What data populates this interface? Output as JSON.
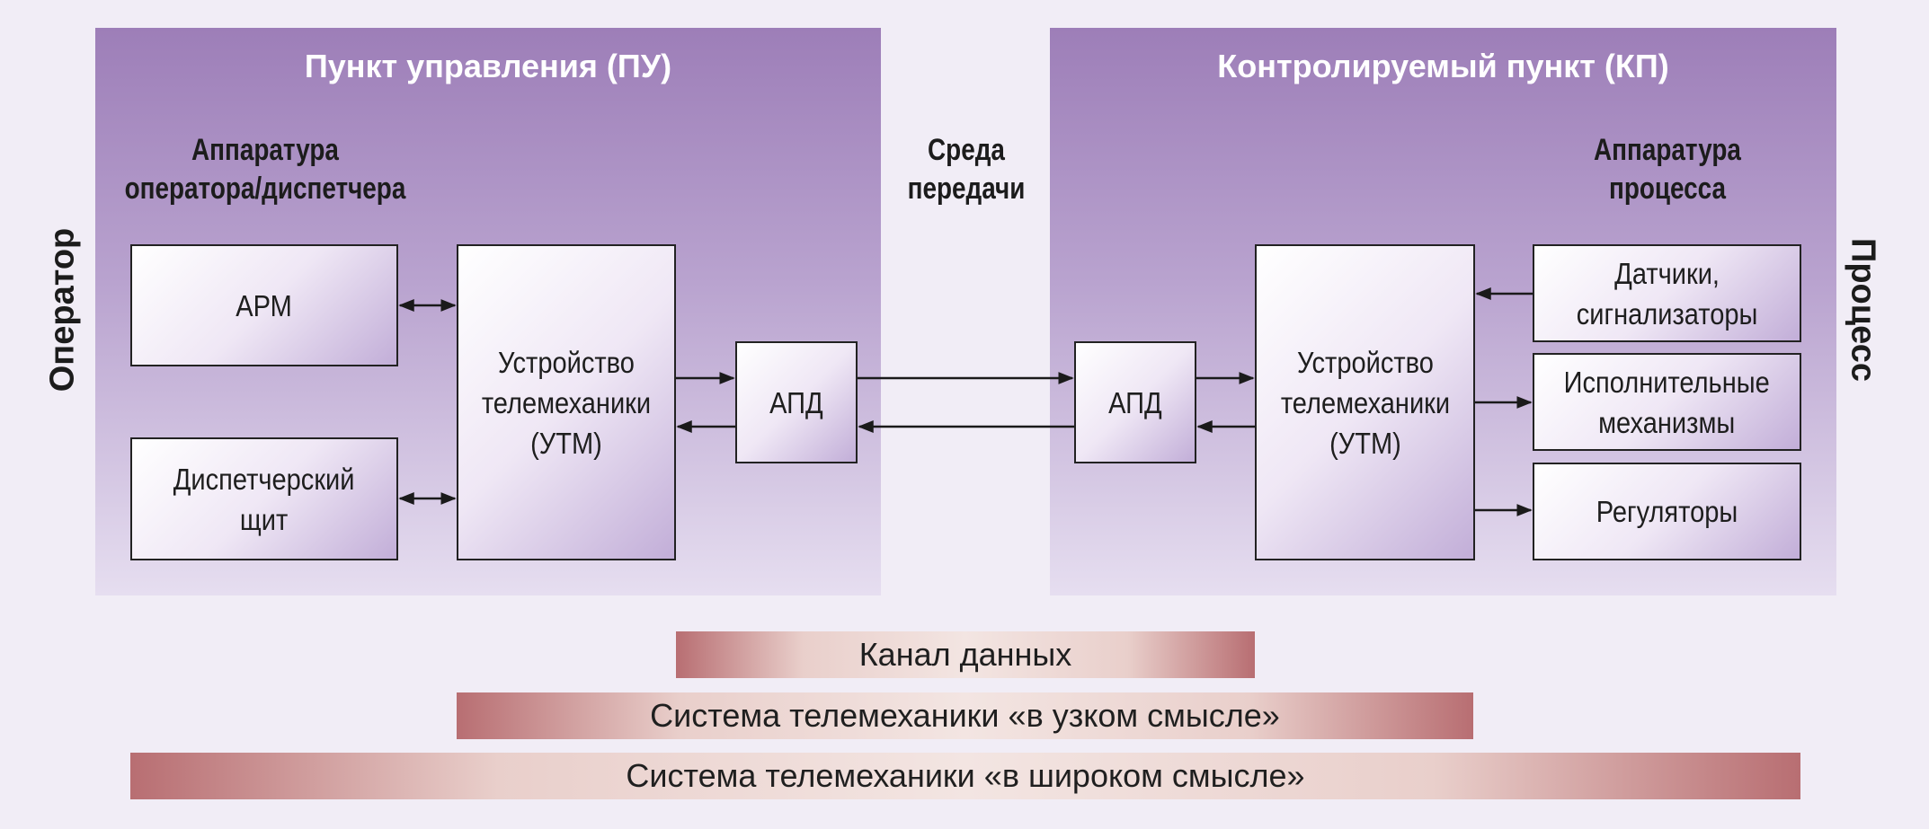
{
  "pu": {
    "title": "Пункт управления (ПУ)",
    "equipment_label_line1": "Аппаратура",
    "equipment_label_line2": "оператора/диспетчера",
    "arm": "АРМ",
    "dispatch_line1": "Диспетчерский",
    "dispatch_line2": "щит",
    "utm_line1": "Устройство",
    "utm_line2": "телемеханики",
    "utm_line3": "(УТМ)",
    "apd": "АПД"
  },
  "medium": {
    "line1": "Среда",
    "line2": "передачи"
  },
  "kp": {
    "title": "Контролируемый пункт (КП)",
    "equipment_label_line1": "Аппаратура",
    "equipment_label_line2": "процесса",
    "apd": "АПД",
    "utm_line1": "Устройство",
    "utm_line2": "телемеханики",
    "utm_line3": "(УТМ)",
    "sensors_line1": "Датчики,",
    "sensors_line2": "сигнализаторы",
    "actuators_line1": "Исполнительные",
    "actuators_line2": "механизмы",
    "regulators": "Регуляторы"
  },
  "side": {
    "operator": "Оператор",
    "process": "Процесс"
  },
  "bars": {
    "data_channel": "Канал данных",
    "narrow_system": "Система телемеханики «в узком смысле»",
    "wide_system": "Система телемеханики «в широком смысле»"
  },
  "colors": {
    "panel_top": "#9d7eb8",
    "panel_bottom": "#e6def0",
    "bar_edge": "#b86e72",
    "background": "#f1edf6"
  }
}
